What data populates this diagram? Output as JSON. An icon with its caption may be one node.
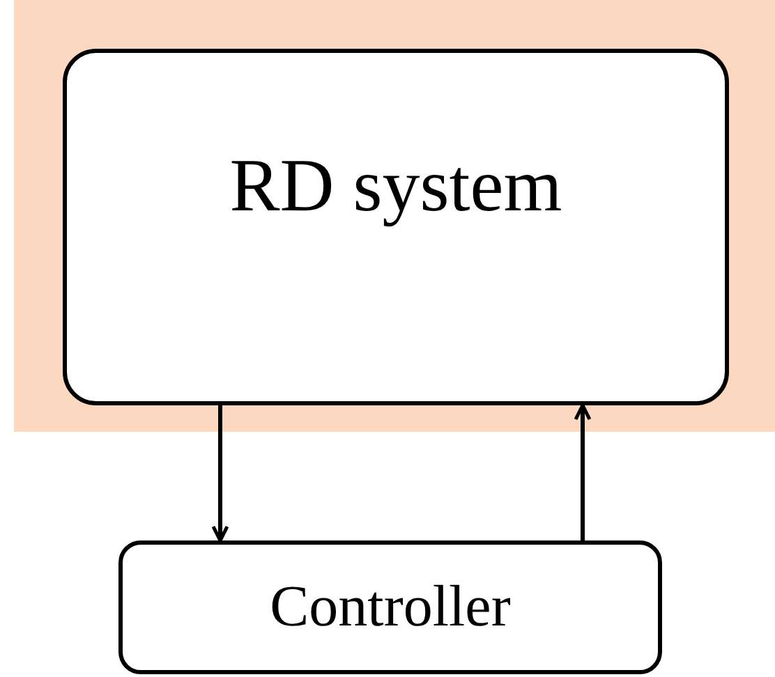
{
  "diagram": {
    "nodes": [
      {
        "text": [],
        "shape": "box"
      },
      {
        "text": [
          "RD system"
        ],
        "in": 0
      },
      {
        "text": [
          "Controller"
        ]
      }
    ],
    "edges": [
      {
        "from": 1,
        "to": 2,
        "arrow": "to"
      },
      {
        "from": 2,
        "to": 1,
        "arrow": "to"
      }
    ]
  }
}
